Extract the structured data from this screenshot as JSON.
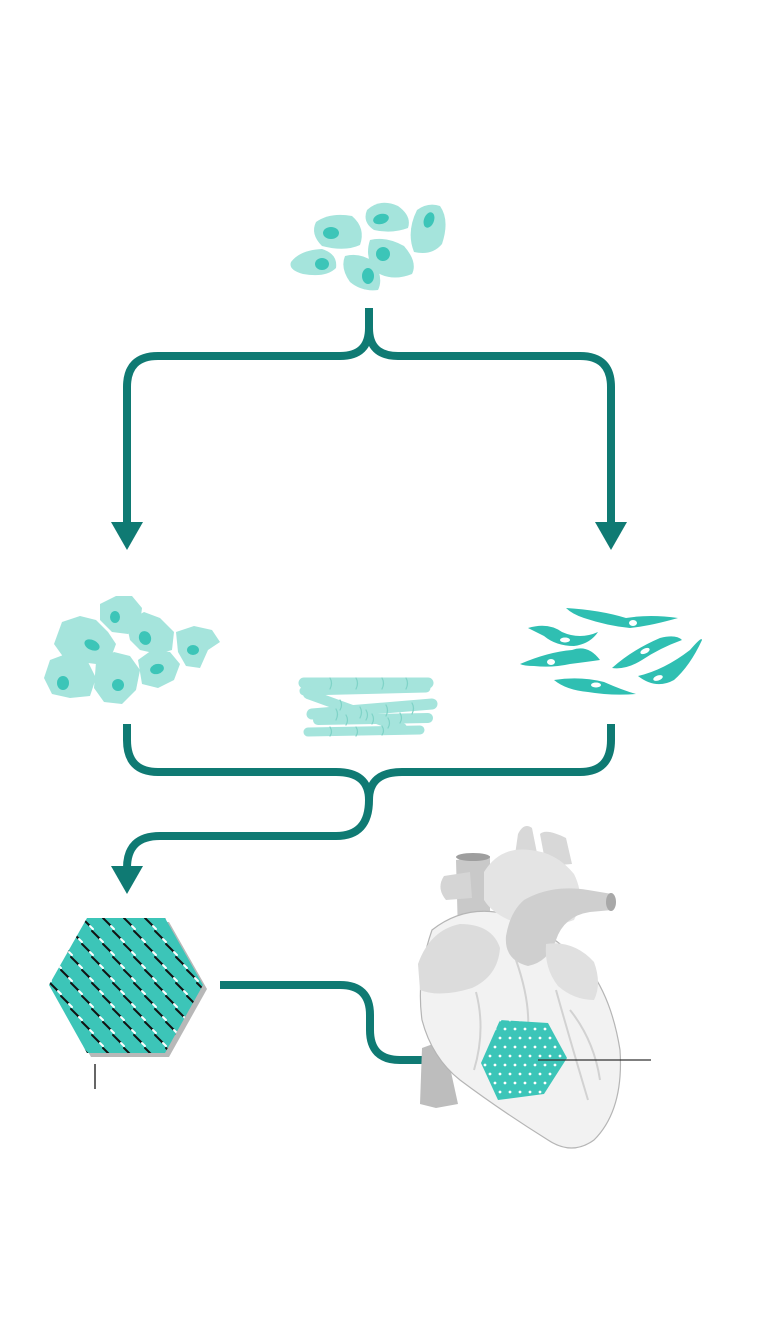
{
  "diagram": {
    "type": "cardiac-tissue-engineering-flow",
    "labels": [],
    "colors": {
      "flow_arrow": "#0f7a73",
      "cell_light": "#a5e4dc",
      "cell_nucleus": "#3cc5b8",
      "fibroblast": "#2fbfb2",
      "patch_fill": "#3cc5b8",
      "patch_shadow": "#b8b8b8",
      "heart_light": "#f2f2f2",
      "heart_mid": "#dcdcdc",
      "heart_dark": "#c4c4c4",
      "leader_line": "#333333"
    },
    "nodes": [
      {
        "id": "stem-cells",
        "icon": "stem-cell-cluster-icon"
      },
      {
        "id": "cardiomyocytes",
        "icon": "cardiomyocyte-cluster-icon"
      },
      {
        "id": "muscle-fibers",
        "icon": "muscle-fiber-bundle-icon"
      },
      {
        "id": "fibroblasts",
        "icon": "fibroblast-cluster-icon"
      },
      {
        "id": "engineered-patch",
        "icon": "hexagon-patch-icon"
      },
      {
        "id": "heart",
        "icon": "heart-with-patch-icon"
      }
    ]
  }
}
